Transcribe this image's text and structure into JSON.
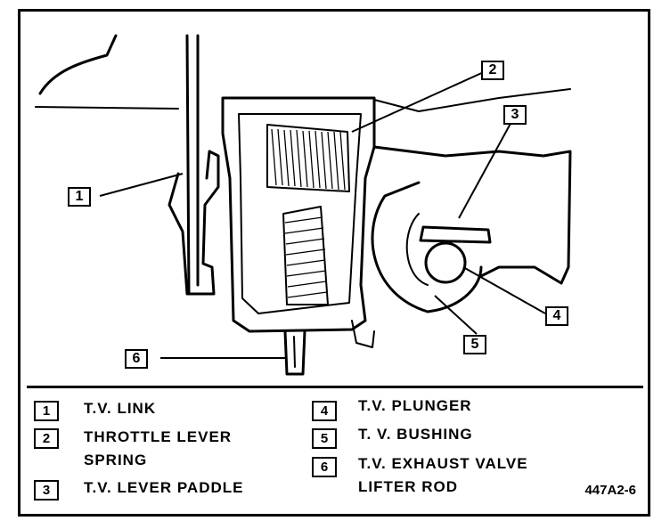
{
  "callouts": [
    "1",
    "2",
    "3",
    "4",
    "5",
    "6"
  ],
  "legend": [
    {
      "num": "1",
      "text": "T.V. LINK"
    },
    {
      "num": "2",
      "text": "THROTTLE LEVER\nSPRING"
    },
    {
      "num": "3",
      "text": "T.V. LEVER PADDLE"
    },
    {
      "num": "4",
      "text": "T.V. PLUNGER"
    },
    {
      "num": "5",
      "text": "T. V. BUSHING"
    },
    {
      "num": "6",
      "text": "T.V. EXHAUST VALVE\nLIFTER ROD"
    }
  ],
  "figure_code": "447A2-6"
}
